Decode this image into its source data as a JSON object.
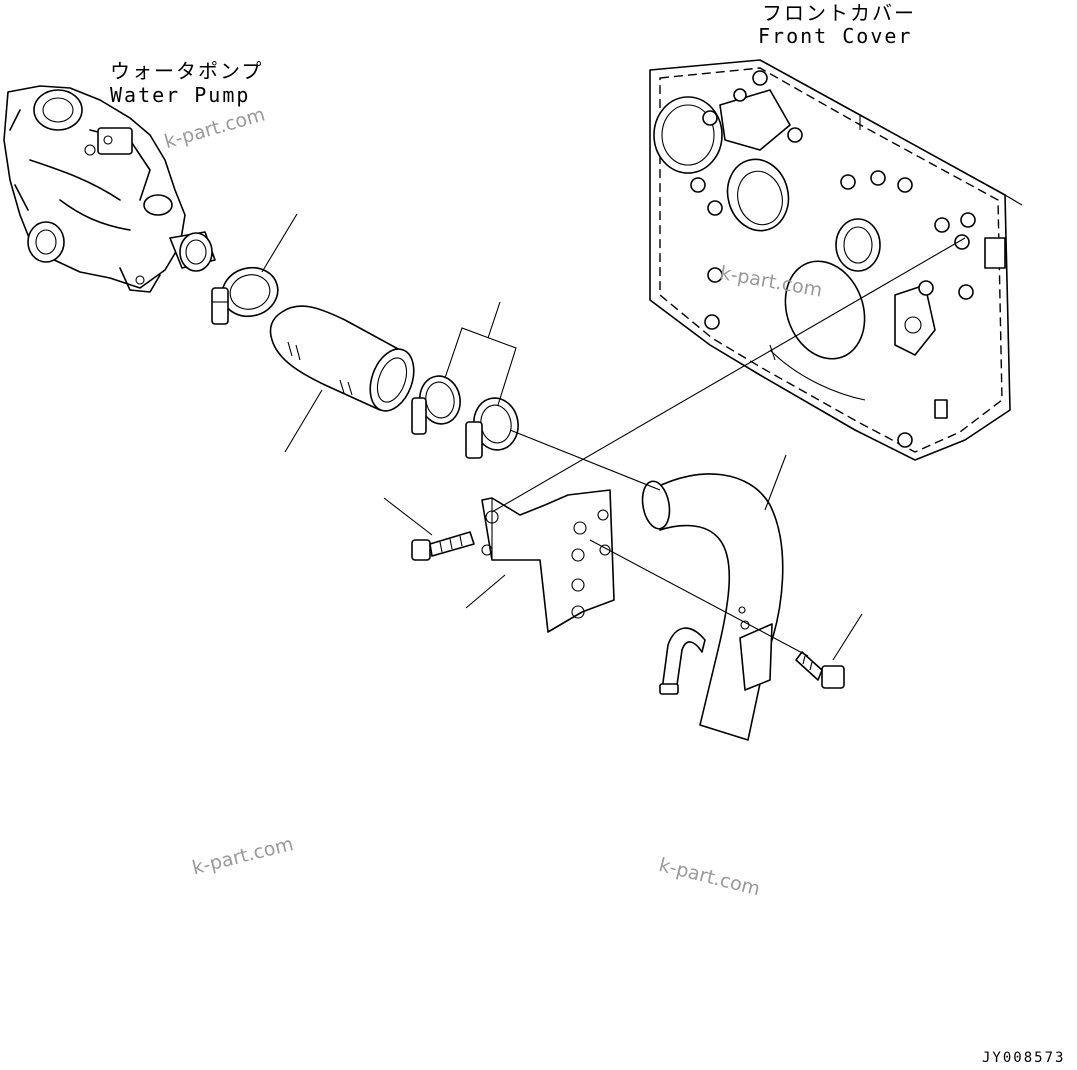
{
  "labels": {
    "front_cover_jp": "フロントカバー",
    "front_cover_en": "Front Cover",
    "water_pump_jp": "ウォータポンプ",
    "water_pump_en": "Water Pump"
  },
  "watermark": "k-part.com",
  "drawing_code": "JY008573"
}
